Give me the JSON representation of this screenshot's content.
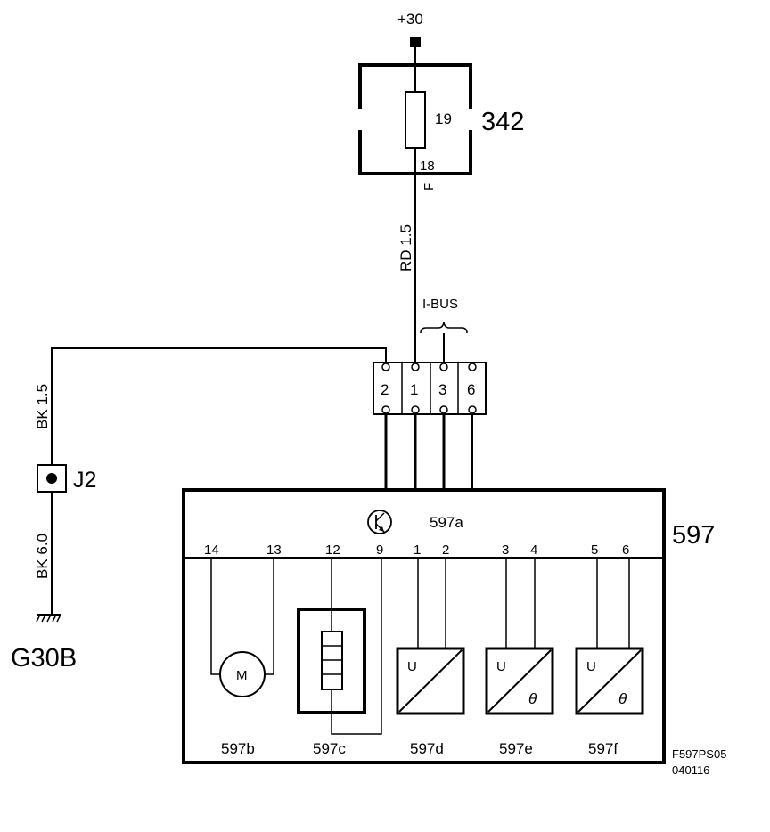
{
  "supply": {
    "label": "+30"
  },
  "fuse_box": {
    "ref": "342",
    "pin_top": "19",
    "pin_bottom": "18",
    "side_letter": "F"
  },
  "wire_main": {
    "spec": "RD  1.5"
  },
  "wire_ground": {
    "spec_top": "BK  1.5",
    "spec_bottom": "BK  6.0"
  },
  "bus_label": "I-BUS",
  "connector": {
    "pins": [
      "2",
      "1",
      "3",
      "6"
    ]
  },
  "junction": {
    "ref": "J2"
  },
  "ground": {
    "ref": "G30B"
  },
  "module": {
    "ref": "597",
    "sub_top": "597a",
    "pins": [
      "14",
      "13",
      "12",
      "9",
      "1",
      "2",
      "3",
      "4",
      "5",
      "6"
    ],
    "motor_symbol": "M",
    "components": [
      "597b",
      "597c",
      "597d",
      "597e",
      "597f"
    ],
    "sensor_u": "U",
    "theta": "θ"
  },
  "figure_ref": {
    "code": "F597PS05",
    "date": "040116"
  }
}
